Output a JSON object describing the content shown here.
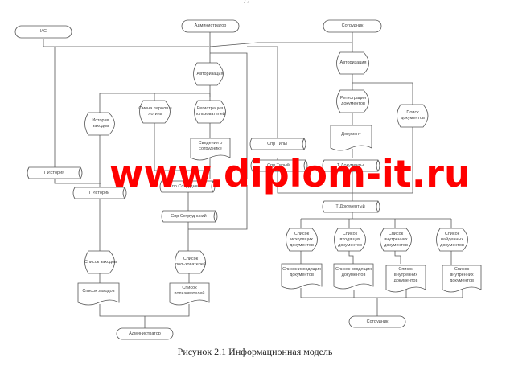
{
  "page_number": "77",
  "caption": "Рисунок 2.1 Информационная модель",
  "watermark": "www.diplom-it.ru",
  "colors": {
    "line": "#555555",
    "watermark": "#ff0000",
    "text": "#444444"
  },
  "terminals": {
    "is": "ИС",
    "admin_top": "Администратор",
    "employee_top": "Сотрудник",
    "admin_bottom": "Администратор",
    "employee_bottom": "Сотрудник"
  },
  "processes": {
    "auth_admin": "Авторизация",
    "history": "История заходов",
    "change_password": "Смена пароля и логина",
    "register_users": "Регистрация пользователей",
    "auth_employee": "Авторизация",
    "register_docs": "Регистрация документов",
    "search_docs": "Поиск документов",
    "list_visits": "Список заходов",
    "list_users": "Список пользователей",
    "list_outgoing": "Список исходящих документов",
    "list_incoming": "Список входящих документов",
    "list_internal": "Список внутренних документов",
    "list_found": "Список найденных документов"
  },
  "documents": {
    "employee_info": "Сведения о сотруднике",
    "document": "Документ",
    "visits_list": "Список заходов",
    "users_list": "Список пользователей",
    "outgoing_list": "Список исходящих документов",
    "incoming_list": "Список входящих документов",
    "internal_list": "Список внутренних документов",
    "found_list": "Список внутренних документов"
  },
  "stores": {
    "t_history_1": "Т История",
    "t_history_2": "Т Историй",
    "spr_employees_1": "Спр Сотрудников",
    "spr_employees_2": "Спр Сотрудникий",
    "spr_types_1": "Спр Типы",
    "spr_types_2": "Спр Типый",
    "t_documents_1": "Т Документы",
    "t_documents_2": "Т Документый"
  }
}
